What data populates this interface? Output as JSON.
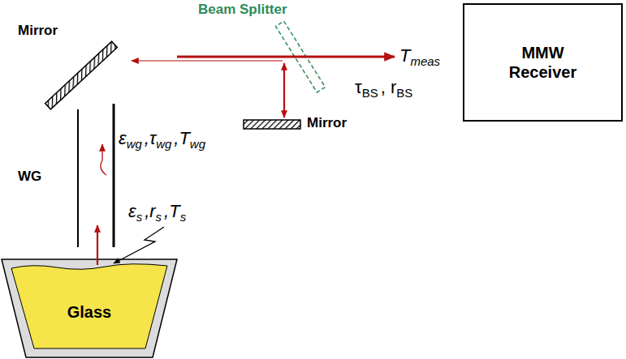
{
  "diagram": {
    "nodes": [
      {
        "text": [
          "MMW Receiver"
        ]
      },
      {
        "text": [
          "Glass"
        ]
      }
    ],
    "labels": [
      "Mirror",
      "Beam Splitter",
      "T",
      "meas",
      "τ",
      "BS",
      ", r",
      "BS",
      "Mirror",
      "WG",
      "ε",
      "wg",
      ",τ",
      "wg",
      ",T",
      "wg",
      "ε",
      "s",
      ",r",
      "s",
      ",T",
      "s"
    ]
  }
}
